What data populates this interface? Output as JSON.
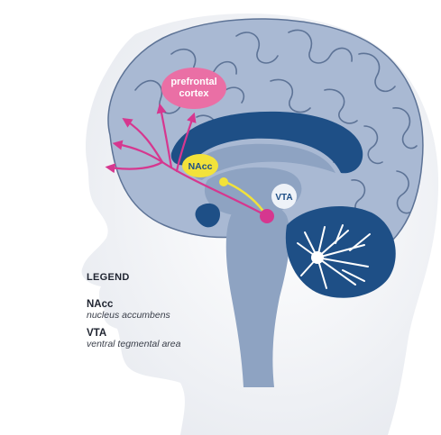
{
  "labels": {
    "prefrontal_line1": "prefrontal",
    "prefrontal_line2": "cortex",
    "nacc": "NAcc",
    "vta": "VTA"
  },
  "legend": {
    "title": "LEGEND",
    "items": [
      {
        "term": "NAcc",
        "description": "nucleus accumbens"
      },
      {
        "term": "VTA",
        "description": "ventral tegmental area"
      }
    ]
  },
  "colors": {
    "head": "#eef0f4",
    "brain_light": "#a9b9d3",
    "brain_mid": "#8ea3c2",
    "brain_dark": "#1e4f86",
    "gyri_line": "#5d7396",
    "pathway": "#d6378f",
    "nacc": "#f2e23a",
    "vta_bubble": "#eef2f8",
    "prefrontal_bubble": "#ea6fa5"
  }
}
